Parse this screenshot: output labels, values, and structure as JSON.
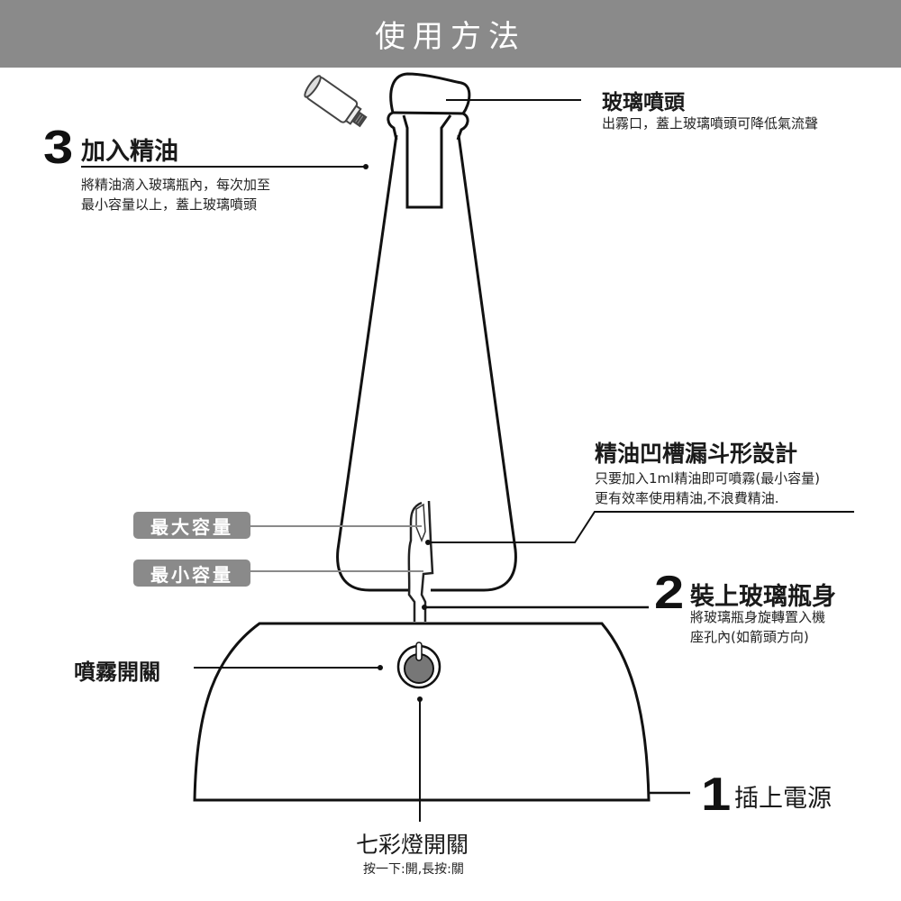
{
  "header": {
    "title": "使用方法",
    "bg_color": "#8a8a8a"
  },
  "steps": [
    {
      "number": "3",
      "title": "加入精油",
      "description": [
        "將精油滴入玻璃瓶內，每次加至",
        "最小容量以上，蓋上玻璃噴頭"
      ]
    },
    {
      "number": "2",
      "title": "裝上玻璃瓶身",
      "description": [
        "將玻璃瓶身旋轉置入機",
        "座孔內(如箭頭方向)"
      ]
    },
    {
      "number": "1",
      "title": "插上電源"
    }
  ],
  "callouts": {
    "glass_nozzle": {
      "title": "玻璃噴頭",
      "description": "出霧口，蓋上玻璃噴頭可降低氣流聲"
    },
    "funnel_design": {
      "title": "精油凹槽漏斗形設計",
      "description": [
        "只要加入1ml精油即可噴霧(最小容量)",
        "更有效率使用精油,不浪費精油."
      ]
    },
    "mist_switch": {
      "title": "噴霧開關"
    },
    "light_switch": {
      "title": "七彩燈開關",
      "description": "按一下:開,長按:關"
    }
  },
  "capacity_labels": {
    "max": "最大容量",
    "min": "最小容量"
  },
  "icons": [
    "essential-oil-bottle-icon",
    "power-button-icon"
  ]
}
